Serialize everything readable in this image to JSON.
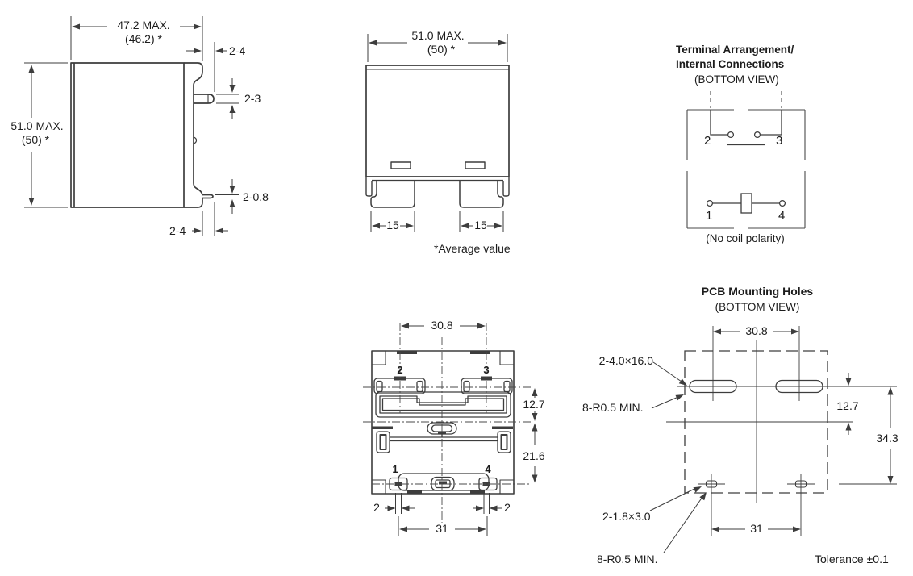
{
  "colors": {
    "line": "#3d3d3d",
    "text": "#1c1c1c",
    "background": "#ffffff"
  },
  "side_view": {
    "width_max": "47.2 MAX.",
    "width_avg": "(46.2) *",
    "height_max": "51.0 MAX.",
    "height_avg": "(50) *",
    "terminal_protrusion_top": "2-4",
    "terminal_thickness": "2-3",
    "pin_thickness": "2-0.8",
    "terminal_protrusion_bottom": "2-4"
  },
  "front_view": {
    "width_max": "51.0 MAX.",
    "width_avg": "(50) *",
    "foot_width_left": "15",
    "foot_width_right": "15",
    "footnote": "*Average value"
  },
  "terminal_diagram": {
    "title_line1": "Terminal Arrangement/",
    "title_line2": "Internal Connections",
    "view_label": "(BOTTOM VIEW)",
    "terminal_1": "1",
    "terminal_2": "2",
    "terminal_3": "3",
    "terminal_4": "4",
    "note": "(No coil polarity)"
  },
  "bottom_view": {
    "terminal_1": "1",
    "terminal_2": "2",
    "terminal_3": "3",
    "terminal_4": "4",
    "blade_spacing": "30.8",
    "upper_offset": "12.7",
    "lower_offset": "21.6",
    "pin_width_left": "2",
    "pin_width_right": "2",
    "pin_spacing": "31"
  },
  "pcb_view": {
    "title": "PCB Mounting Holes",
    "view_label": "(BOTTOM VIEW)",
    "slot_spacing": "30.8",
    "slot_size": "2-4.0×16.0",
    "slot_radius": "8-R0.5 MIN.",
    "row_offset": "12.7",
    "total_height": "34.3",
    "hole_size": "2-1.8×3.0",
    "hole_radius": "8-R0.5 MIN.",
    "hole_spacing": "31",
    "tolerance": "Tolerance ±0.1"
  }
}
